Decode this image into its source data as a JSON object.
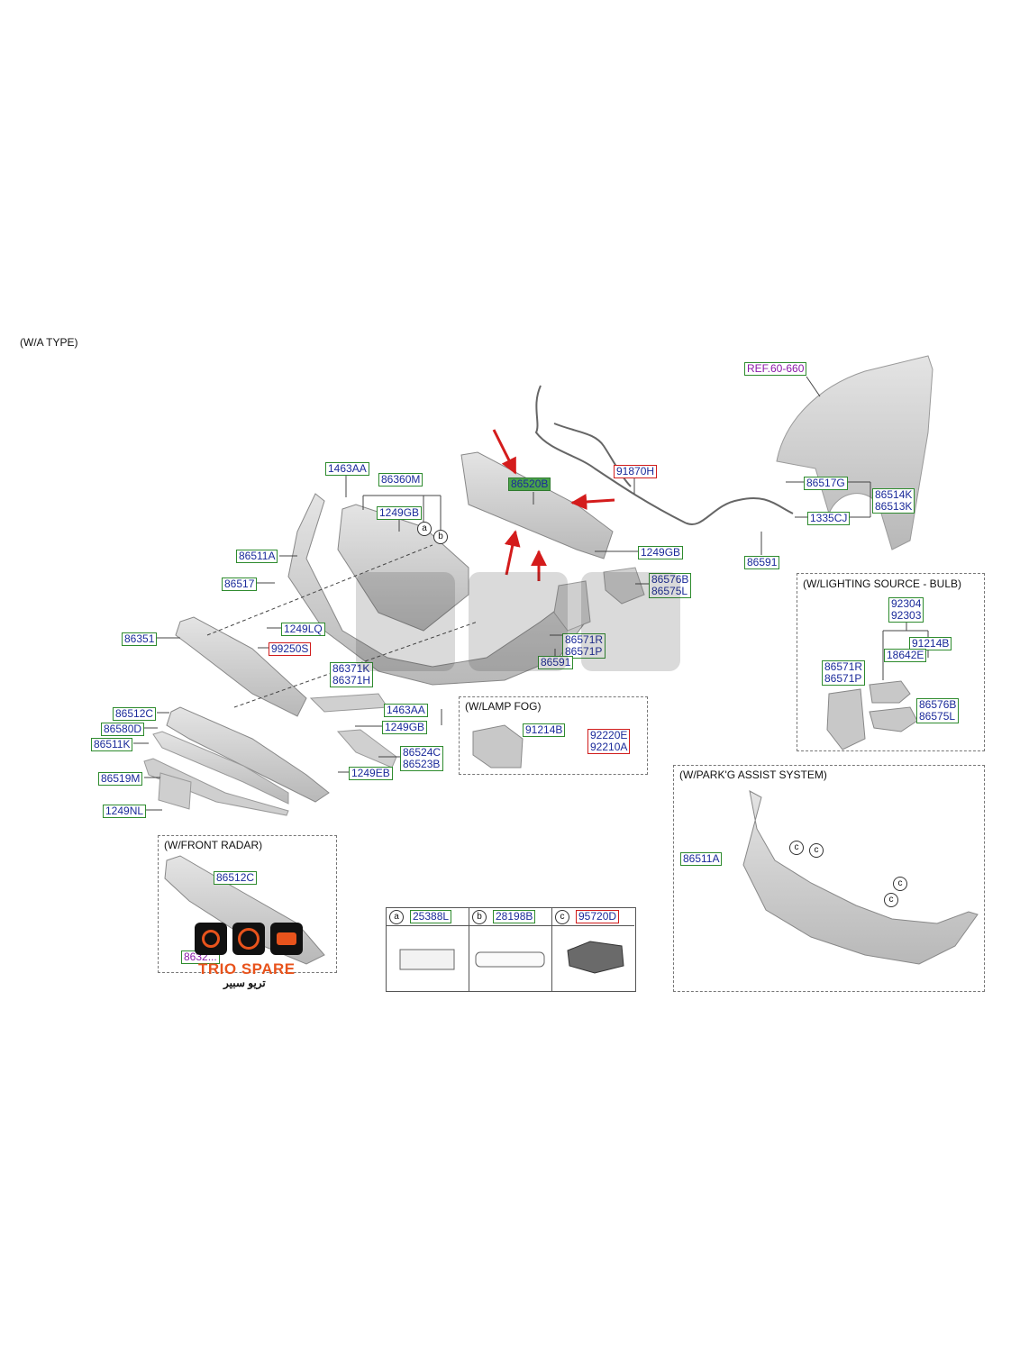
{
  "page_title": "(W/A TYPE)",
  "parts": {
    "ref_fender": "REF.60-660",
    "p91870h": "91870H",
    "p86520b": "86520B",
    "p1463aa_top": "1463AA",
    "p86360m": "86360M",
    "p1249gb_top": "1249GB",
    "p86511a": "86511A",
    "p86517": "86517",
    "p86351": "86351",
    "p1249lq": "1249LQ",
    "p99250s": "99250S",
    "p86371k": "86371K",
    "p86371h": "86371H",
    "p1463aa_mid": "1463AA",
    "p1249gb_mid": "1249GB",
    "p86512c": "86512C",
    "p86580d": "86580D",
    "p86511k": "86511K",
    "p86524c": "86524C",
    "p86523b": "86523B",
    "p1249eb": "1249EB",
    "p86519m": "86519M",
    "p1249nl": "1249NL",
    "p1249gb_right": "1249GB",
    "p86576b": "86576B",
    "p86575l": "86575L",
    "p86571r": "86571R",
    "p86571p": "86571P",
    "p86591_low": "86591",
    "p86517g": "86517G",
    "p86514k": "86514K",
    "p86513k": "86513K",
    "p1335cj": "1335CJ",
    "p86591_right": "86591"
  },
  "insets": {
    "lamp_fog": {
      "title": "(W/LAMP FOG)",
      "p91214b": "91214B",
      "p92220e": "92220E",
      "p92210a": "92210A"
    },
    "lighting": {
      "title": "(W/LIGHTING SOURCE - BULB)",
      "p92304": "92304",
      "p92303": "92303",
      "p91214b": "91214B",
      "p18642e": "18642E",
      "p86571r": "86571R",
      "p86571p": "86571P",
      "p86576b": "86576B",
      "p86575l": "86575L"
    },
    "parking": {
      "title": "(W/PARK'G ASSIST SYSTEM)",
      "p86511a": "86511A",
      "c": "c"
    },
    "radar": {
      "title": "(W/FRONT RADAR)",
      "p86512c": "86512C",
      "p8632": "8632..."
    }
  },
  "legend": [
    {
      "key": "a",
      "part": "25388L"
    },
    {
      "key": "b",
      "part": "28198B"
    },
    {
      "key": "c",
      "part": "95720D"
    }
  ],
  "callouts": {
    "a": "a",
    "b": "b"
  },
  "watermark": {
    "brand_en": "TRIO SPARE",
    "brand_ar": "تريو سبير",
    "brand_color": "#e8531c"
  },
  "colors": {
    "label_border": "#2e8b2e",
    "label_text": "#1a2a9a",
    "red_border": "#d01c1c",
    "highlight": "#4aa34a",
    "arrow": "#d41c1c"
  }
}
